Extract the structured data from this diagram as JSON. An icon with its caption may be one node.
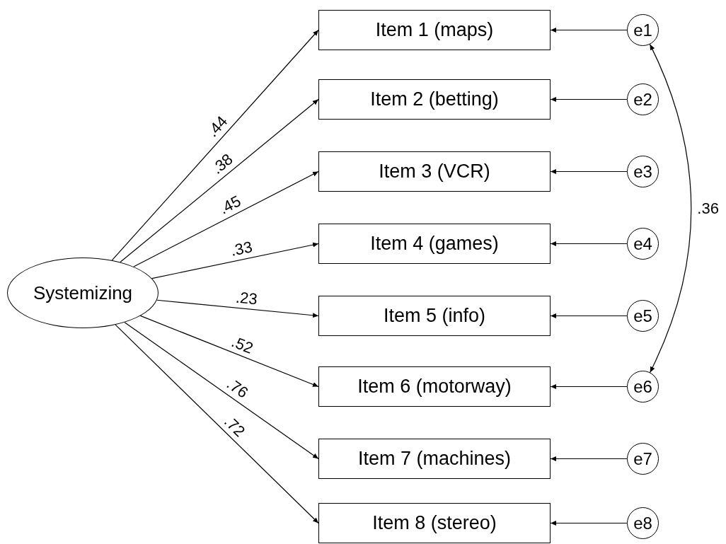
{
  "diagram": {
    "nodes": [
      {
        "text": [
          "Systemizing"
        ]
      },
      {
        "text": [
          "Item 1 (maps)"
        ]
      },
      {
        "text": [
          "Item 2 (betting)"
        ]
      },
      {
        "text": [
          "Item 3 (VCR)"
        ]
      },
      {
        "text": [
          "Item 4 (games)"
        ]
      },
      {
        "text": [
          "Item 5 (info)"
        ]
      },
      {
        "text": [
          "Item 6 (motorway)"
        ]
      },
      {
        "text": [
          "Item 7 (machines)"
        ]
      },
      {
        "text": [
          "Item 8 (stereo)"
        ]
      },
      {
        "text": [
          "e1"
        ]
      },
      {
        "text": [
          "e2"
        ]
      },
      {
        "text": [
          "e3"
        ]
      },
      {
        "text": [
          "e4"
        ]
      },
      {
        "text": [
          "e5"
        ]
      },
      {
        "text": [
          "e6"
        ]
      },
      {
        "text": [
          "e7"
        ]
      },
      {
        "text": [
          "e8"
        ]
      }
    ],
    "edges": [
      {
        "from": 0,
        "to": 1,
        "arrow": "to",
        "label": ".44"
      },
      {
        "from": 0,
        "to": 2,
        "arrow": "to",
        "label": ".38"
      },
      {
        "from": 0,
        "to": 3,
        "arrow": "to",
        "label": ".45"
      },
      {
        "from": 0,
        "to": 4,
        "arrow": "to",
        "label": ".33"
      },
      {
        "from": 0,
        "to": 5,
        "arrow": "to",
        "label": ".23"
      },
      {
        "from": 0,
        "to": 6,
        "arrow": "to",
        "label": ".52"
      },
      {
        "from": 0,
        "to": 7,
        "arrow": "to",
        "label": ".76"
      },
      {
        "from": 0,
        "to": 8,
        "arrow": "to",
        "label": ".72"
      },
      {
        "from": 9,
        "to": 1,
        "arrow": "to"
      },
      {
        "from": 10,
        "to": 2,
        "arrow": "to"
      },
      {
        "from": 11,
        "to": 3,
        "arrow": "to"
      },
      {
        "from": 12,
        "to": 4,
        "arrow": "to"
      },
      {
        "from": 13,
        "to": 5,
        "arrow": "to"
      },
      {
        "from": 14,
        "to": 6,
        "arrow": "to"
      },
      {
        "from": 15,
        "to": 7,
        "arrow": "to"
      },
      {
        "from": 16,
        "to": 8,
        "arrow": "to"
      },
      {
        "from": 9,
        "to": 14,
        "arrow": "both",
        "label": ".36"
      }
    ]
  }
}
